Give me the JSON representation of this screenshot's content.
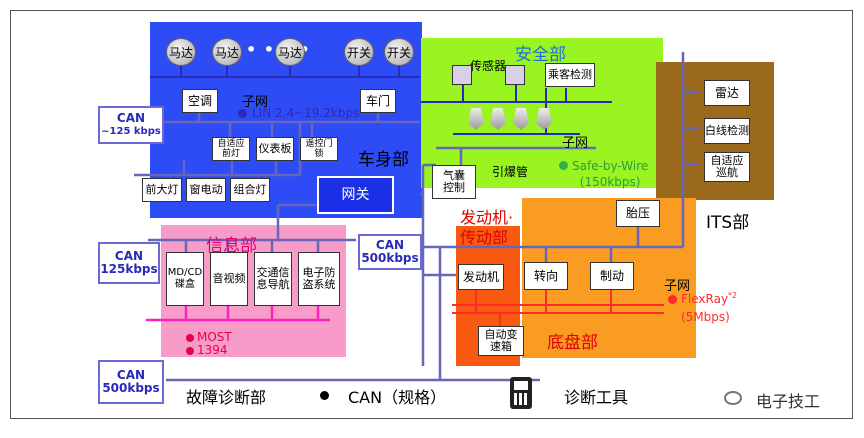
{
  "body_zone": {
    "title": "车身部",
    "motors": [
      "马达",
      "马达",
      "马达"
    ],
    "switches": [
      "开关",
      "开关"
    ],
    "boxes": {
      "aircon": "空调",
      "door": "车门",
      "headlight_adapt": "自适应\n前灯",
      "meter": "仪表板",
      "remote_lock": "遥控门\n锁",
      "headlight": "前大灯",
      "window_motor": "窗电动",
      "combo_light": "组合灯"
    },
    "subnet_label": "子网",
    "lin_label": "LIN 2.4~19.2kbps",
    "gateway": "网关"
  },
  "safety_zone": {
    "title": "安全部",
    "sensor": "传感器",
    "passenger": "乘客检测",
    "subnet_label": "子网",
    "squib": "引爆管",
    "airbag": "气囊控制",
    "bus_label": "Safe-by-Wire\n(150kbps)"
  },
  "its_zone": {
    "title": "ITS部",
    "boxes": [
      "雷达",
      "白线检测",
      "自适应\n巡航"
    ]
  },
  "info_zone": {
    "title": "信息部",
    "boxes": [
      "MD/CD\n碟盒",
      "音视频",
      "交通信\n息导航",
      "电子防\n盗系统"
    ],
    "most_label": "MOST",
    "ieee_label": "1394"
  },
  "powertrain_zone": {
    "title": "发动机·\n传动部",
    "engine": "发动机",
    "transmission": "自动变\n速箱"
  },
  "chassis_zone": {
    "title": "底盘部",
    "boxes": {
      "tire": "胎压",
      "steer": "转向",
      "brake": "制动"
    },
    "subnet_label": "子网",
    "flexray_label": "FlexRay",
    "flexray_note": "*2",
    "flexray_speed": "(5Mbps)"
  },
  "can_boxes": [
    {
      "line1": "CAN",
      "line2": "~125 kbps"
    },
    {
      "line1": "CAN",
      "line2": "125kbps"
    },
    {
      "line1": "CAN",
      "line2": "500kbps"
    },
    {
      "line1": "CAN",
      "line2": "500kbps"
    }
  ],
  "legend": {
    "diag_zone": "故障诊断部",
    "can_label": "CAN（规格）",
    "diag_tool": "诊断工具"
  },
  "watermark": "电子技工",
  "colors": {
    "body": "#2e4cf5",
    "safety": "#99f422",
    "its": "#9b6a1d",
    "info": "#f79cc8",
    "chassis": "#fb9c22",
    "powertrain": "#f85a12",
    "bus": "#6666bb",
    "flexray": "#ff2a2a",
    "most": "#ff1fbf",
    "can_text": "#2a2ab8"
  }
}
